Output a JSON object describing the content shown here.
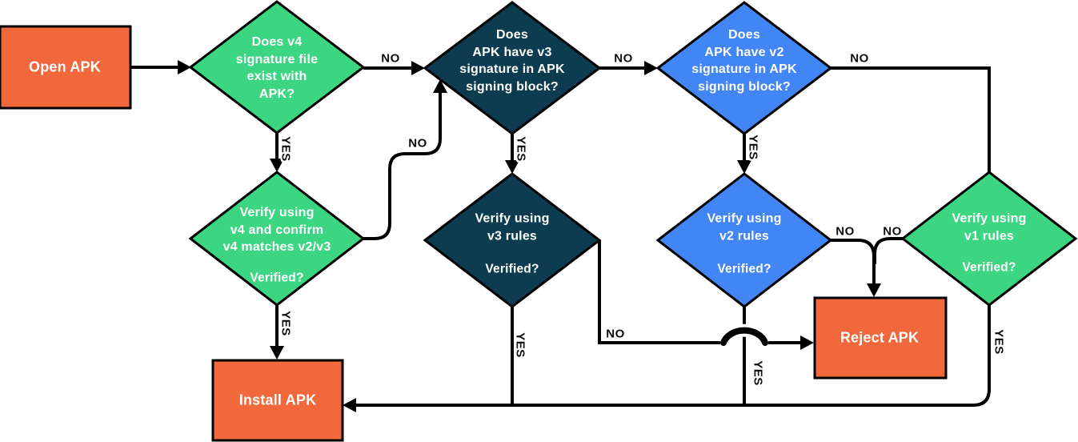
{
  "diagram": {
    "nodes": {
      "open_apk": {
        "label": "Open APK"
      },
      "q_v4": {
        "label": "Does v4\nsignature file\nexist with\nAPK?"
      },
      "q_v3": {
        "label": "Does\nAPK have v3\nsignature in APK\nsigning block?"
      },
      "q_v2": {
        "label": "Does\nAPK have v2\nsignature in APK\nsigning block?"
      },
      "verify_v4": {
        "label": "Verify using\nv4 and confirm\nv4 matches v2/v3",
        "sub": "Verified?"
      },
      "verify_v3": {
        "label": "Verify using\nv3 rules",
        "sub": "Verified?"
      },
      "verify_v2": {
        "label": "Verify using\nv2 rules",
        "sub": "Verified?"
      },
      "verify_v1": {
        "label": "Verify using\nv1 rules",
        "sub": "Verified?"
      },
      "reject_apk": {
        "label": "Reject APK"
      },
      "install_apk": {
        "label": "Install APK"
      }
    },
    "edges": [
      {
        "from": "open_apk",
        "to": "q_v4",
        "label": ""
      },
      {
        "from": "q_v4",
        "to": "q_v3",
        "label": "NO"
      },
      {
        "from": "q_v4",
        "to": "verify_v4",
        "label": "YES"
      },
      {
        "from": "q_v3",
        "to": "q_v2",
        "label": "NO"
      },
      {
        "from": "q_v3",
        "to": "verify_v3",
        "label": "YES"
      },
      {
        "from": "q_v2",
        "to": "verify_v1",
        "label": "NO"
      },
      {
        "from": "q_v2",
        "to": "verify_v2",
        "label": "YES"
      },
      {
        "from": "verify_v4",
        "to": "q_v3",
        "label": "NO"
      },
      {
        "from": "verify_v4",
        "to": "install_apk",
        "label": "YES"
      },
      {
        "from": "verify_v3",
        "to": "reject_apk",
        "label": "NO"
      },
      {
        "from": "verify_v3",
        "to": "install_apk",
        "label": "YES"
      },
      {
        "from": "verify_v2",
        "to": "reject_apk",
        "label": "NO"
      },
      {
        "from": "verify_v2",
        "to": "install_apk",
        "label": "YES"
      },
      {
        "from": "verify_v1",
        "to": "reject_apk",
        "label": "NO"
      },
      {
        "from": "verify_v1",
        "to": "install_apk",
        "label": "YES"
      }
    ]
  },
  "colors": {
    "orange": "#F1683C",
    "green": "#3CD683",
    "navy": "#0D3B4F",
    "blue": "#4285F4",
    "line": "#000000",
    "text_light": "#FFFFFF"
  }
}
